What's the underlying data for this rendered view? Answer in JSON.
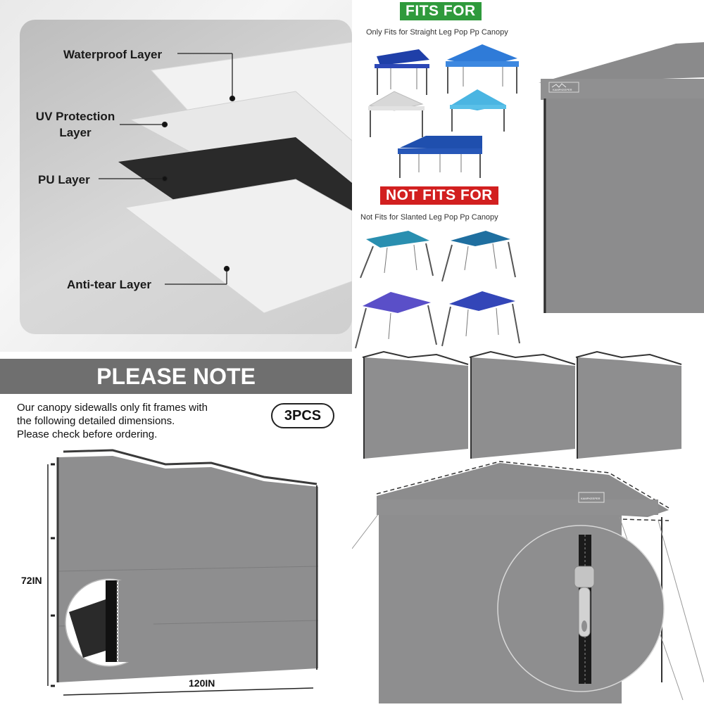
{
  "layers_panel": {
    "labels": {
      "waterproof": "Waterproof Layer",
      "uv_line1": "UV Protection",
      "uv_line2": "Layer",
      "pu": "PU Layer",
      "antitear": "Anti-tear Layer"
    }
  },
  "fits_panel": {
    "fits_badge": "FITS FOR",
    "fits_caption": "Only Fits for Straight Leg Pop Pp Canopy",
    "not_fits_badge": "NOT FITS FOR",
    "not_fits_caption": "Not Fits for Slanted Leg Pop Pp Canopy",
    "colors": {
      "fits_badge": "#2f9a3c",
      "not_fits_badge": "#d21f1f"
    }
  },
  "tent_panel": {
    "brand_label": "KAMPKEEPER"
  },
  "note_panel": {
    "banner": "PLEASE NOTE",
    "line1": "Our canopy sidewalls only fit frames with",
    "line2": "the following detailed dimensions.",
    "line3": "Please check before ordering.",
    "pcs_badge": "3PCS",
    "height_label": "72IN",
    "width_label": "120IN"
  },
  "zip_panel": {
    "brand_label": "KAMPKEEPER"
  },
  "colors": {
    "wall_gray": "#8e8e8f",
    "frame_dark": "#3a3a3a"
  }
}
